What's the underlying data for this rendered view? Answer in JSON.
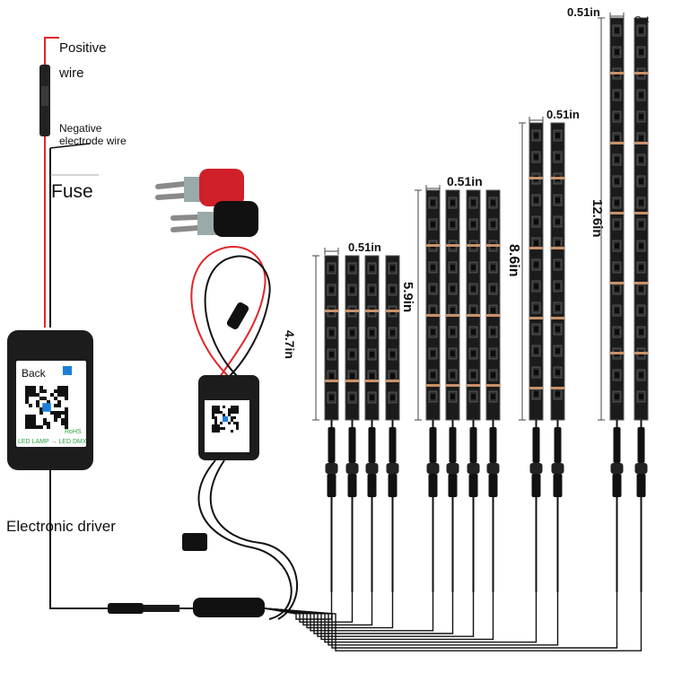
{
  "labels": {
    "positive": "Positive",
    "wire": "wire",
    "negative_1": "Negative",
    "negative_2": "electrode wire",
    "fuse": "Fuse",
    "driver": "Electronic driver",
    "out": "Out"
  },
  "driver_box": {
    "back": "Back",
    "rohs": "RoHS",
    "mode": "LED LAMP → LED DMX"
  },
  "strips": [
    {
      "width": "0.51in",
      "length": "4.7in",
      "count": 4
    },
    {
      "width": "0.51in",
      "length": "5.9in",
      "count": 4
    },
    {
      "width": "0.51in",
      "length": "8.6in",
      "count": 2
    },
    {
      "width": "0.51in",
      "length": "12.6in",
      "count": 2
    }
  ],
  "colors": {
    "positive_wire": "#e0262a",
    "negative_wire": "#111111",
    "strip_body": "#1b1b1b",
    "led_warm": "#c9926b",
    "qr_blue": "#1e7fd8",
    "label_green": "#2ea043"
  }
}
